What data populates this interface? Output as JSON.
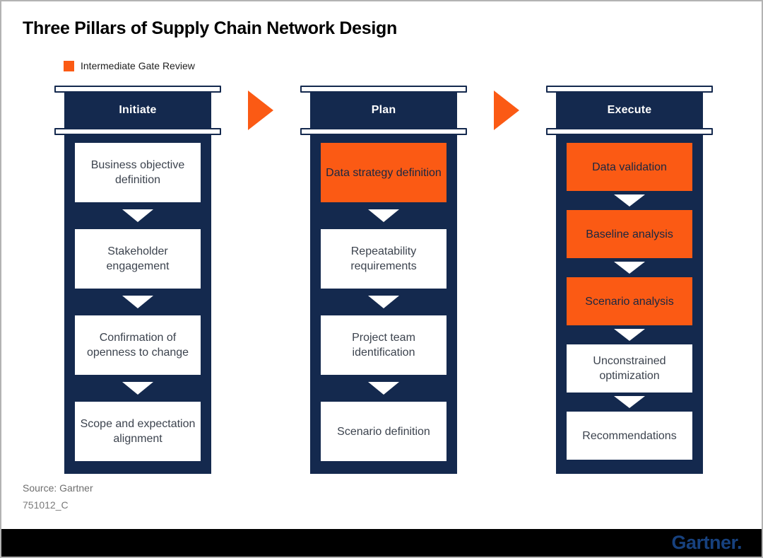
{
  "title": "Three Pillars of Supply Chain Network Design",
  "legend": {
    "label": "Intermediate Gate Review",
    "swatch_color": "#FB5A14"
  },
  "colors": {
    "navy": "#14294E",
    "orange": "#FB5A14",
    "step_text": "#3C434E",
    "highlight_step_text": "#1A2742",
    "footer_gray": "#6E6E6E",
    "logo_blue": "#17417E",
    "bar_black": "#000000"
  },
  "pillars": [
    {
      "header": "Initiate",
      "steps": [
        {
          "label": "Business objective definition",
          "highlight": false
        },
        {
          "label": "Stakeholder engagement",
          "highlight": false
        },
        {
          "label": "Confirmation of openness to change",
          "highlight": false
        },
        {
          "label": "Scope and expectation alignment",
          "highlight": false
        }
      ]
    },
    {
      "header": "Plan",
      "steps": [
        {
          "label": "Data strategy definition",
          "highlight": true
        },
        {
          "label": "Repeatability requirements",
          "highlight": false
        },
        {
          "label": "Project team identification",
          "highlight": false
        },
        {
          "label": "Scenario definition",
          "highlight": false
        }
      ]
    },
    {
      "header": "Execute",
      "steps": [
        {
          "label": "Data validation",
          "highlight": true
        },
        {
          "label": "Baseline analysis",
          "highlight": true
        },
        {
          "label": "Scenario analysis",
          "highlight": true
        },
        {
          "label": "Unconstrained optimization",
          "highlight": false
        },
        {
          "label": "Recommendations",
          "highlight": false
        }
      ]
    }
  ],
  "footer": {
    "source": "Source: Gartner",
    "code": "751012_C"
  },
  "brand": {
    "logo": "Gartner."
  }
}
